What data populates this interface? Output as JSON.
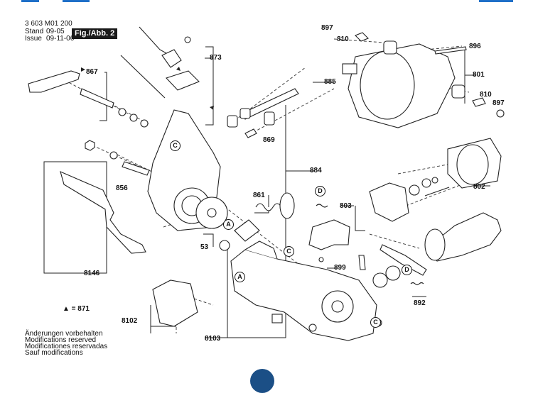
{
  "header": {
    "doc_number": "3 603 M01 200",
    "stand_label": "Stand",
    "stand_value": "09-05",
    "issue_label": "Issue",
    "issue_value": "09-11-06",
    "figure_label": "Fig./Abb. 2"
  },
  "legend": {
    "triangle_ref": "▲ = 871"
  },
  "notes": [
    "Änderungen vorbehalten",
    "Modifications reserved",
    "Modificationes reservadas",
    "Sauf modifications"
  ],
  "part_numbers": {
    "p897a": "897",
    "p810a": "810",
    "p896": "896",
    "p801": "801",
    "p810b": "810",
    "p897b": "897",
    "p873": "873",
    "p867": "867",
    "p885": "885",
    "p869": "869",
    "p884": "884",
    "p856": "856",
    "p861": "861",
    "p53": "53",
    "p803": "803",
    "p802": "802",
    "p8146": "8146",
    "p899": "899",
    "p892": "892",
    "p8102": "8102",
    "p8103": "8103"
  },
  "callouts": {
    "c1": "C",
    "c2": "C",
    "c3": "C",
    "d1": "D",
    "d2": "D",
    "a1": "A",
    "a2": "A"
  }
}
